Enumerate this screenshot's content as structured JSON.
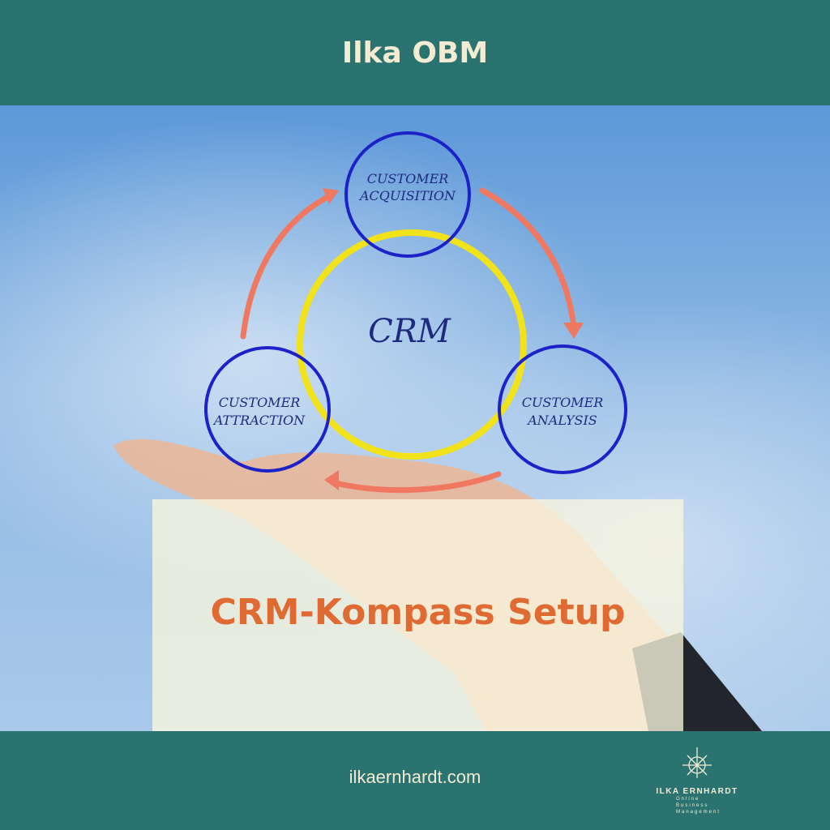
{
  "header": {
    "title": "Ilka OBM"
  },
  "diagram": {
    "center": "CRM",
    "nodes": [
      {
        "line1": "CUSTOMER",
        "line2": "ACQUISITION"
      },
      {
        "line1": "CUSTOMER",
        "line2": "ANALYSIS"
      },
      {
        "line1": "CUSTOMER",
        "line2": "ATTRACTION"
      }
    ]
  },
  "panel": {
    "title": "CRM-Kompass Setup"
  },
  "footer": {
    "website": "ilkaernhardt.com",
    "logo": {
      "name": "ILKA ERNHARDT",
      "line1": "Online",
      "line2": "Business",
      "line3": "Management"
    }
  },
  "colors": {
    "brand": "#2a7370",
    "accent": "#df6a32",
    "cream": "#f3ecd2"
  }
}
